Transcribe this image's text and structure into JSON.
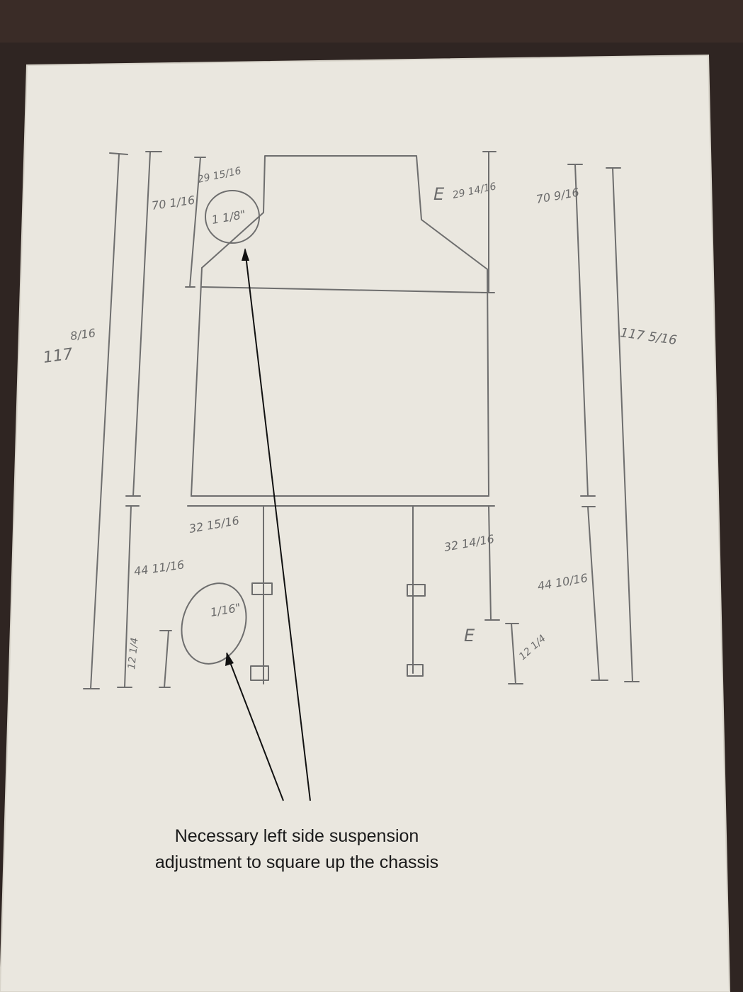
{
  "annotation": {
    "line1": "Necessary left side suspension",
    "line2": "adjustment to square up the chassis"
  },
  "left_outer": {
    "text": "117",
    "frac": "8/16"
  },
  "left_upper": {
    "text": "70 1/16"
  },
  "left_lower": {
    "text": "44 11/16"
  },
  "left_short": {
    "text": "12 1/4"
  },
  "top_left_diag": {
    "text": "29 15/16"
  },
  "front_adjust": {
    "text": "1 1/8\""
  },
  "rear_adjust": {
    "text": "1/16\""
  },
  "left_rear_diag": {
    "text": "32 15/16"
  },
  "top_right_diag": {
    "text": "29 14/16"
  },
  "right_upper": {
    "text": "70 9/16"
  },
  "right_outer": {
    "text": "117 5/16"
  },
  "right_rear_diag": {
    "text": "32 14/16"
  },
  "right_lower": {
    "text": "44 10/16"
  },
  "right_short": {
    "text": "12 1/4"
  },
  "marker_e": {
    "text": "E"
  }
}
